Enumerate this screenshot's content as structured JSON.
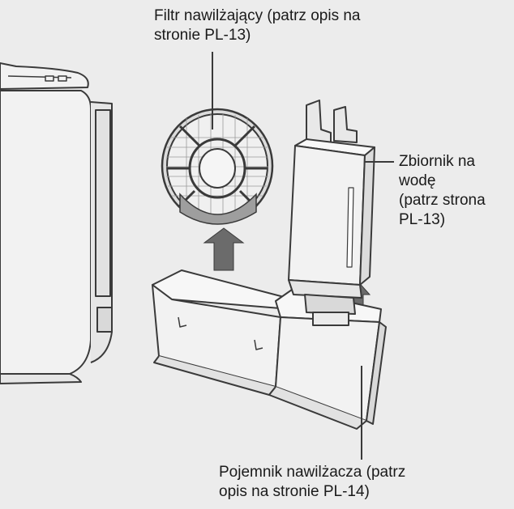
{
  "callouts": {
    "humidifying_filter": {
      "lines": [
        "Filtr nawilżający (patrz opis na",
        "stronie PL-13)"
      ]
    },
    "water_tank": {
      "lines": [
        "Zbiornik na",
        "wodę",
        "(patrz strona",
        "PL-13)"
      ]
    },
    "humidifier_tray": {
      "lines": [
        "Pojemnik nawilżacza (patrz",
        "opis na stronie PL-14)"
      ]
    }
  },
  "colors": {
    "background": "#ececec",
    "line": "#3a3a3a",
    "part_fill": "#f2f2f2",
    "shade": "#bdbdbd",
    "arrow": "#6b6b6b"
  }
}
